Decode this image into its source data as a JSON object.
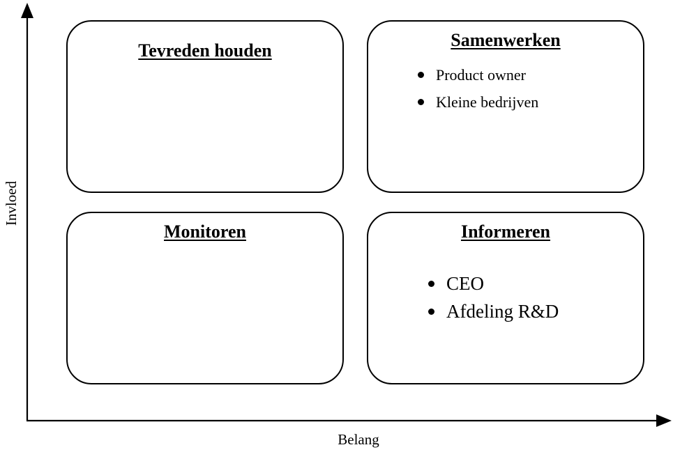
{
  "axes": {
    "x_label": "Belang",
    "y_label": "Invloed"
  },
  "quadrants": {
    "top_left": {
      "title": "Tevreden houden",
      "items": []
    },
    "top_right": {
      "title": "Samenwerken",
      "items": [
        "Product owner",
        "Kleine bedrijven"
      ]
    },
    "bottom_left": {
      "title": "Monitoren",
      "items": []
    },
    "bottom_right": {
      "title": "Informeren",
      "items": [
        "CEO",
        "Afdeling R&D"
      ]
    }
  },
  "colors": {
    "line": "#000000",
    "background": "#ffffff"
  }
}
